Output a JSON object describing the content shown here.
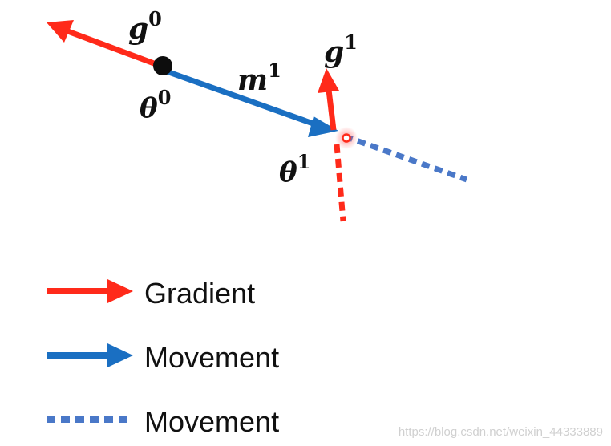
{
  "colors": {
    "gradient": "#ff2a1a",
    "movement": "#1a6fc2",
    "movement_dotted": "#4a78c8",
    "point": "#0d0d0d"
  },
  "labels": {
    "g0": {
      "base": "g",
      "sup": "0"
    },
    "theta0": {
      "base": "θ",
      "sup": "0"
    },
    "m1": {
      "base": "m",
      "sup": "1"
    },
    "g1": {
      "base": "g",
      "sup": "1"
    },
    "theta1": {
      "base": "θ",
      "sup": "1"
    }
  },
  "legend": [
    {
      "style": "solid-arrow",
      "color": "gradient",
      "label": "Gradient"
    },
    {
      "style": "solid-arrow",
      "color": "movement",
      "label": "Movement"
    },
    {
      "style": "dotted-line",
      "color": "movement_dotted",
      "label": "Movement"
    }
  ],
  "watermark": "https://blog.csdn.net/weixin_44333889"
}
